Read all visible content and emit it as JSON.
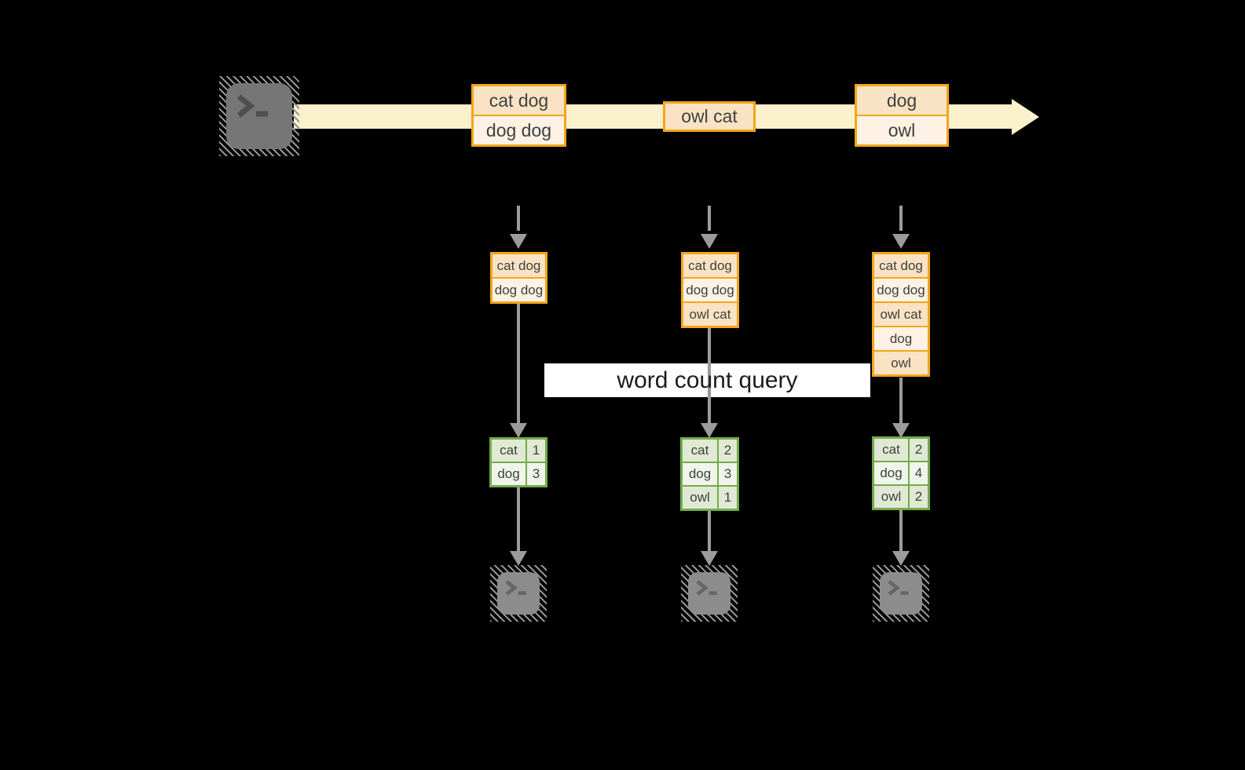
{
  "colors": {
    "orange": "#F2A61A",
    "peach": "#FAE3C4",
    "cream": "#FDF2E3",
    "band": "#FBF1CD",
    "green": "#73AB4A",
    "green-dark": "#DFE9D3",
    "green-light": "#F0F5EB",
    "gray": "#9B9B9B",
    "ink": "#3F3F3F",
    "label-bg": "#FFFFFF",
    "label-text": "#1C1C1C",
    "icon-dark-fill": "#767676",
    "icon-light-fill": "#8C8C8C"
  },
  "icons": {
    "source": "terminal-icon",
    "sinks": [
      "terminal-icon",
      "terminal-icon",
      "terminal-icon"
    ]
  },
  "stream": {
    "batches": [
      {
        "lines": [
          "cat dog",
          "dog dog"
        ]
      },
      {
        "lines": [
          "owl cat"
        ]
      },
      {
        "lines": [
          "dog",
          "owl"
        ]
      }
    ]
  },
  "query_label": "word count query",
  "columns": [
    {
      "state": [
        "cat dog",
        "dog dog"
      ],
      "results": [
        {
          "word": "cat",
          "count": "1"
        },
        {
          "word": "dog",
          "count": "3"
        }
      ]
    },
    {
      "state": [
        "cat dog",
        "dog dog",
        "owl cat"
      ],
      "results": [
        {
          "word": "cat",
          "count": "2"
        },
        {
          "word": "dog",
          "count": "3"
        },
        {
          "word": "owl",
          "count": "1"
        }
      ]
    },
    {
      "state": [
        "cat dog",
        "dog dog",
        "owl cat",
        "dog",
        "owl"
      ],
      "results": [
        {
          "word": "cat",
          "count": "2"
        },
        {
          "word": "dog",
          "count": "4"
        },
        {
          "word": "owl",
          "count": "2"
        }
      ]
    }
  ]
}
